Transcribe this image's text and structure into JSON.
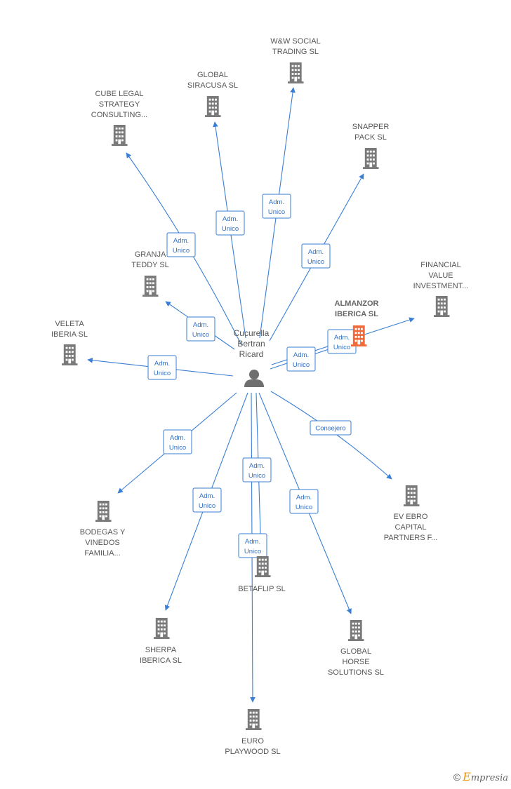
{
  "center": {
    "label_lines": [
      "Cucurella",
      "Bertran",
      "Ricard"
    ]
  },
  "companies": [
    {
      "id": "ww",
      "label_lines": [
        "W&W SOCIAL",
        "TRADING  SL"
      ]
    },
    {
      "id": "siracusa",
      "label_lines": [
        "GLOBAL",
        "SIRACUSA  SL"
      ]
    },
    {
      "id": "cube",
      "label_lines": [
        "CUBE LEGAL",
        "STRATEGY",
        "CONSULTING..."
      ]
    },
    {
      "id": "snapper",
      "label_lines": [
        "SNAPPER",
        "PACK  SL"
      ]
    },
    {
      "id": "granja",
      "label_lines": [
        "GRANJA",
        "TEDDY SL"
      ]
    },
    {
      "id": "financial",
      "label_lines": [
        "FINANCIAL",
        "VALUE",
        "INVESTMENT..."
      ]
    },
    {
      "id": "almanzor",
      "label_lines": [
        "ALMANZOR",
        "IBERICA  SL"
      ],
      "highlight": true
    },
    {
      "id": "veleta",
      "label_lines": [
        "VELETA",
        "IBERIA  SL"
      ]
    },
    {
      "id": "bodegas",
      "label_lines": [
        "BODEGAS Y",
        "VINEDOS",
        "FAMILIA..."
      ]
    },
    {
      "id": "evebro",
      "label_lines": [
        "EV EBRO",
        "CAPITAL",
        "PARTNERS F..."
      ]
    },
    {
      "id": "betaflip",
      "label_lines": [
        "BETAFLIP  SL"
      ]
    },
    {
      "id": "sherpa",
      "label_lines": [
        "SHERPA",
        "IBERICA  SL"
      ]
    },
    {
      "id": "horse",
      "label_lines": [
        "GLOBAL",
        "HORSE",
        "SOLUTIONS  SL"
      ]
    },
    {
      "id": "euro",
      "label_lines": [
        "EURO",
        "PLAYWOOD  SL"
      ]
    }
  ],
  "relations": [
    {
      "id": "r-ww",
      "label_lines": [
        "Adm.",
        "Unico"
      ]
    },
    {
      "id": "r-siracusa",
      "label_lines": [
        "Adm.",
        "Unico"
      ]
    },
    {
      "id": "r-cube",
      "label_lines": [
        "Adm.",
        "Unico"
      ]
    },
    {
      "id": "r-snapper",
      "label_lines": [
        "Adm.",
        "Unico"
      ]
    },
    {
      "id": "r-granja",
      "label_lines": [
        "Adm.",
        "Unico"
      ]
    },
    {
      "id": "r-financial",
      "label_lines": [
        "Adm.",
        "Unico"
      ]
    },
    {
      "id": "r-almanzor",
      "label_lines": [
        "Adm.",
        "Unico"
      ]
    },
    {
      "id": "r-veleta",
      "label_lines": [
        "Adm.",
        "Unico"
      ]
    },
    {
      "id": "r-bodegas",
      "label_lines": [
        "Adm.",
        "Unico"
      ]
    },
    {
      "id": "r-evebro",
      "label_lines": [
        "Consejero"
      ]
    },
    {
      "id": "r-betaflip",
      "label_lines": [
        "Adm.",
        "Unico"
      ]
    },
    {
      "id": "r-sherpa",
      "label_lines": [
        "Adm.",
        "Unico"
      ]
    },
    {
      "id": "r-horse",
      "label_lines": [
        "Adm.",
        "Unico"
      ]
    },
    {
      "id": "r-euro",
      "label_lines": [
        "Adm.",
        "Unico"
      ]
    }
  ],
  "colors": {
    "edge": "#3a7fd5",
    "building": "#7a7a7a",
    "highlight_building": "#f26a3a",
    "person": "#6f6f6f"
  },
  "footer": {
    "copyright": "©",
    "brand_initial": "E",
    "brand_rest": "mpresia"
  }
}
